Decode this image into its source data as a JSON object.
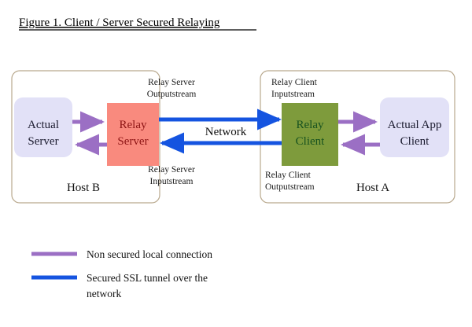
{
  "figure": {
    "title": "Figure 1. Client / Server Secured Relaying"
  },
  "hosts": [
    {
      "id": "host-b",
      "label": "Host B"
    },
    {
      "id": "host-a",
      "label": "Host A"
    }
  ],
  "nodes": [
    {
      "id": "actual-server",
      "label_line1": "Actual",
      "label_line2": "Server",
      "fill": "#E2E1F7",
      "text_color": "#1a1a2e",
      "shape": "rounded"
    },
    {
      "id": "relay-server",
      "label_line1": "Relay",
      "label_line2": "Server",
      "fill": "#F98A7E",
      "text_color": "#8d1414",
      "shape": "rect"
    },
    {
      "id": "relay-client",
      "label_line1": "Relay",
      "label_line2": "Client",
      "fill": "#7E9B3C",
      "text_color": "#17521f",
      "shape": "rect"
    },
    {
      "id": "actual-app-client",
      "label_line1": "Actual App",
      "label_line2": "Client",
      "fill": "#E2E1F7",
      "text_color": "#1a1a2e",
      "shape": "rounded"
    }
  ],
  "stream_labels": [
    {
      "id": "relay-server-outputstream",
      "line1": "Relay Server",
      "line2": "Outputstream",
      "align": "center"
    },
    {
      "id": "relay-server-inputstream",
      "line1": "Relay Server",
      "line2": "Inputstream",
      "align": "center"
    },
    {
      "id": "relay-client-inputstream",
      "line1": "Relay Client",
      "line2": "Inputstream",
      "align": "start"
    },
    {
      "id": "relay-client-outputstream",
      "line1": "Relay Client",
      "line2": "Outputstream",
      "align": "start"
    }
  ],
  "network": {
    "label": "Network"
  },
  "legend": {
    "items": [
      {
        "id": "non-secured",
        "color": "#9B6FC4",
        "line1": "Non secured local connection",
        "line2": ""
      },
      {
        "id": "secured-ssl",
        "color": "#1554E0",
        "line1": "Secured SSL tunnel over the",
        "line2": "network"
      }
    ]
  },
  "colors": {
    "purple_arrow": "#9B6FC4",
    "blue_arrow": "#1554E0",
    "host_border": "#b9a98e",
    "background": "#ffffff"
  }
}
